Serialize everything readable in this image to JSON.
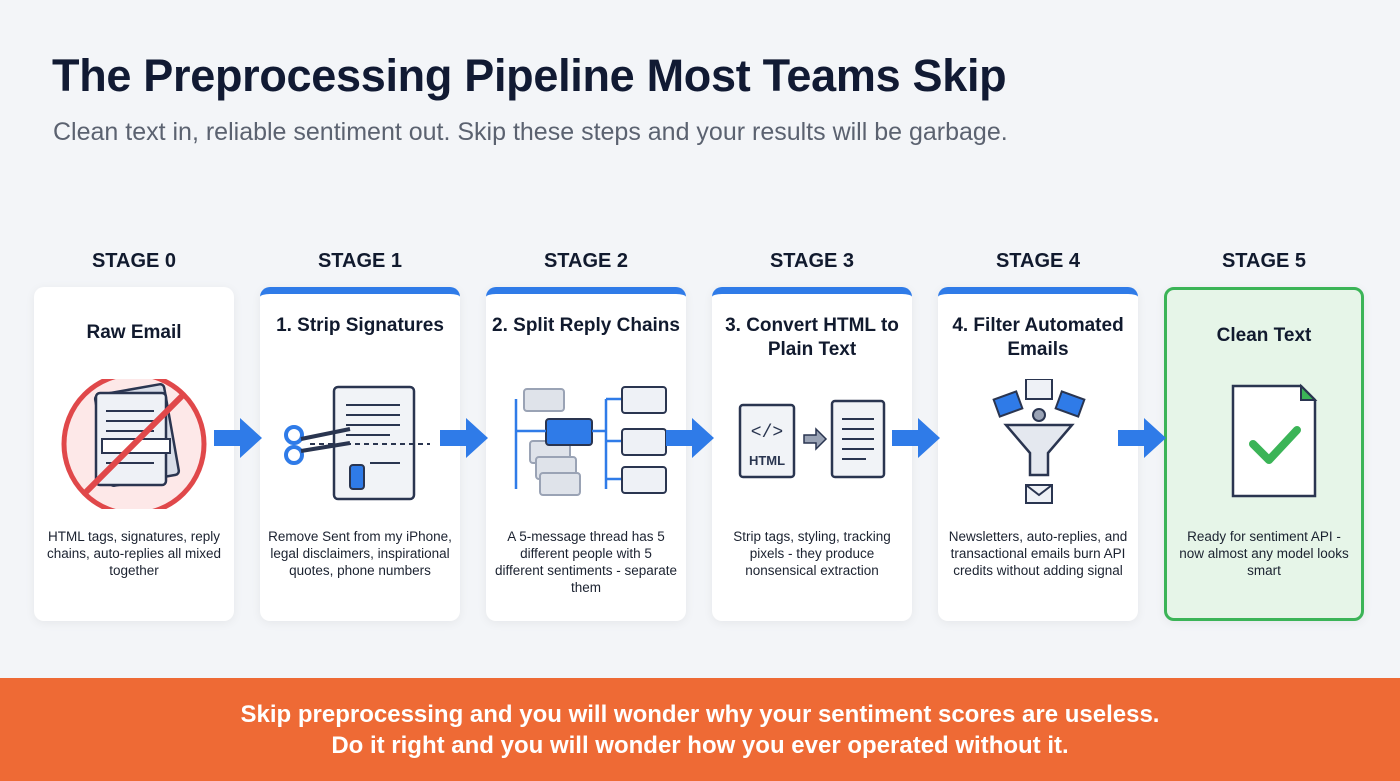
{
  "header": {
    "title": "The Preprocessing Pipeline Most Teams Skip",
    "subtitle": "Clean text in, reliable sentiment out. Skip these steps and your results will be garbage."
  },
  "colors": {
    "accent_blue": "#2f7be8",
    "success_green": "#3bb457",
    "warning_red": "#e0484a",
    "footer_orange": "#ee6a35"
  },
  "stages": [
    {
      "label": "STAGE 0",
      "title": "Raw Email",
      "icon": "crossed-out-document-icon",
      "description": "HTML tags, signatures, reply chains, auto-replies all mixed together"
    },
    {
      "label": "STAGE 1",
      "title": "1. Strip Signatures",
      "icon": "scissors-document-icon",
      "description": "Remove Sent from my iPhone, legal disclaimers, inspirational quotes, phone numbers"
    },
    {
      "label": "STAGE 2",
      "title": "2. Split Reply Chains",
      "icon": "message-tree-icon",
      "description": "A 5-message thread has 5 different people with 5 different sentiments - separate them"
    },
    {
      "label": "STAGE 3",
      "title": "3. Convert HTML to Plain Text",
      "icon": "html-to-text-icon",
      "icon_text": "HTML",
      "description": "Strip tags, styling, tracking pixels - they produce nonsensical extraction"
    },
    {
      "label": "STAGE 4",
      "title": "4. Filter Automated Emails",
      "icon": "funnel-icon",
      "description": "Newsletters, auto-replies, and transactional emails burn API credits without adding signal"
    },
    {
      "label": "STAGE 5",
      "title": "Clean Text",
      "icon": "checked-document-icon",
      "description": "Ready for sentiment API - now almost any model looks smart"
    }
  ],
  "footer": {
    "line1": "Skip preprocessing and you will wonder why your sentiment scores are useless.",
    "line2": "Do it right and you will wonder how you ever operated without it."
  }
}
